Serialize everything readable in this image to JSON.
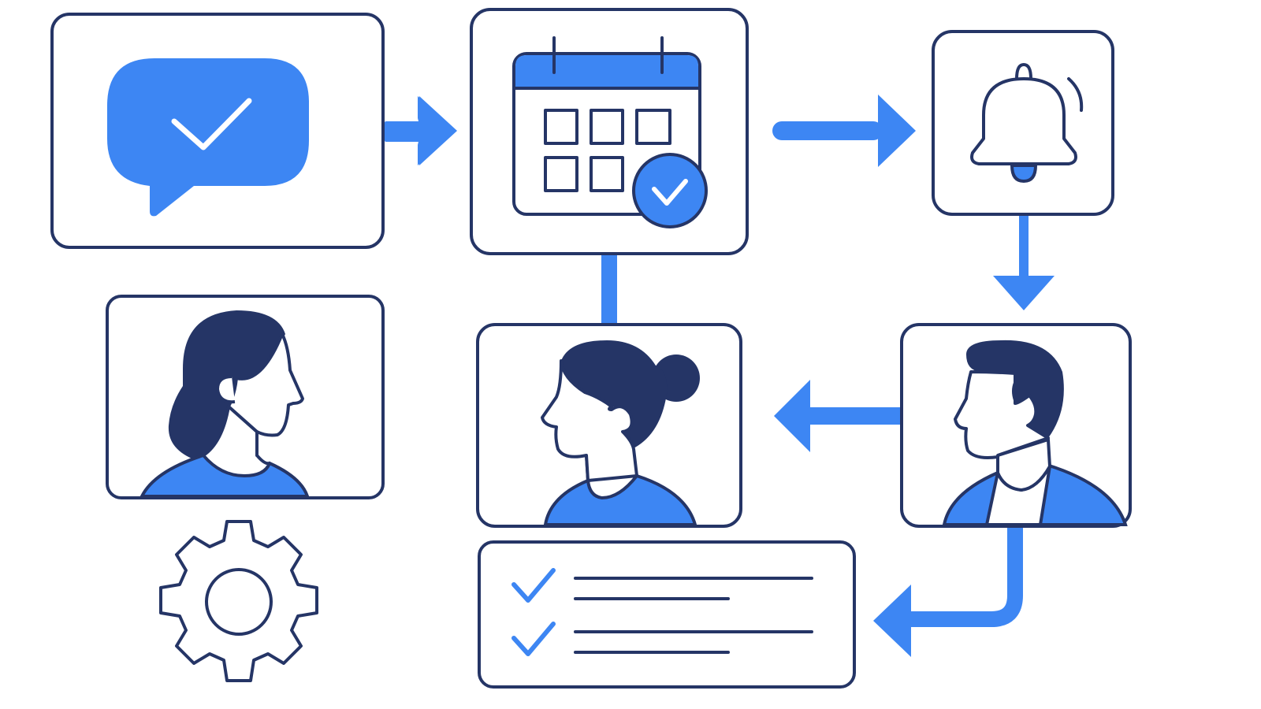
{
  "colors": {
    "accent": "#3d86f3",
    "outline": "#253566",
    "background": "#ffffff"
  },
  "icons": [
    "chat-check-icon",
    "calendar-check-icon",
    "bell-icon",
    "woman-long-hair-avatar-icon",
    "woman-bun-avatar-icon",
    "man-avatar-icon",
    "gear-icon",
    "checklist-icon"
  ],
  "flow": [
    {
      "from": "chat-message",
      "to": "calendar-schedule",
      "direction": "right"
    },
    {
      "from": "calendar-schedule",
      "to": "notification",
      "direction": "right"
    },
    {
      "from": "notification",
      "to": "person-man",
      "direction": "down"
    },
    {
      "from": "person-man",
      "to": "person-woman-bun",
      "direction": "left"
    },
    {
      "from": "person-man",
      "to": "checklist",
      "direction": "down-left"
    },
    {
      "from": "calendar-schedule",
      "to": "person-woman-bun",
      "direction": "connector"
    }
  ],
  "checklist": {
    "items": [
      {
        "checked": true
      },
      {
        "checked": true
      }
    ]
  }
}
